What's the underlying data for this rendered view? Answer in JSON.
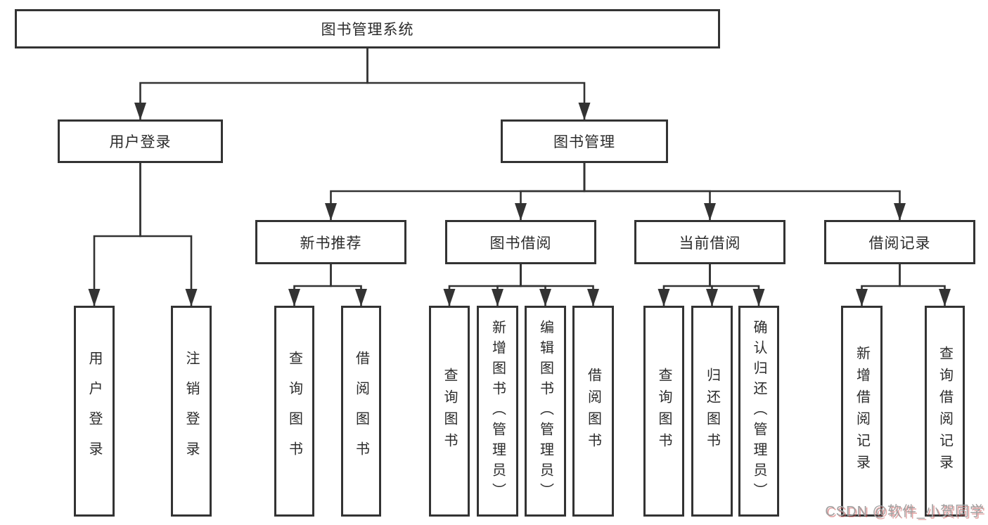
{
  "diagram": {
    "root": {
      "label": "图书管理系统"
    },
    "branches": [
      {
        "label": "用户登录",
        "children": [
          {
            "label": "用户登录"
          },
          {
            "label": "注销登录"
          }
        ]
      },
      {
        "label": "图书管理",
        "children": [
          {
            "label": "新书推荐",
            "children": [
              {
                "label": "查询图书"
              },
              {
                "label": "借阅图书"
              }
            ]
          },
          {
            "label": "图书借阅",
            "children": [
              {
                "label": "查询图书"
              },
              {
                "label": "新增图书（管理员）"
              },
              {
                "label": "编辑图书（管理员）"
              },
              {
                "label": "借阅图书"
              }
            ]
          },
          {
            "label": "当前借阅",
            "children": [
              {
                "label": "查询图书"
              },
              {
                "label": "归还图书"
              },
              {
                "label": "确认归还（管理员）"
              }
            ]
          },
          {
            "label": "借阅记录",
            "children": [
              {
                "label": "新增借阅记录"
              },
              {
                "label": "查询借阅记录"
              }
            ]
          }
        ]
      }
    ]
  },
  "watermark": {
    "text": "CSDN @软件_小贺同学"
  },
  "colors": {
    "line": "#333333",
    "box_border": "#333333",
    "box_fill": "#ffffff",
    "background": "#ffffff",
    "text": "#2b2b2b",
    "watermark_gray": "#a0a0a0",
    "watermark_red_shadow": "#cd5a5a"
  }
}
